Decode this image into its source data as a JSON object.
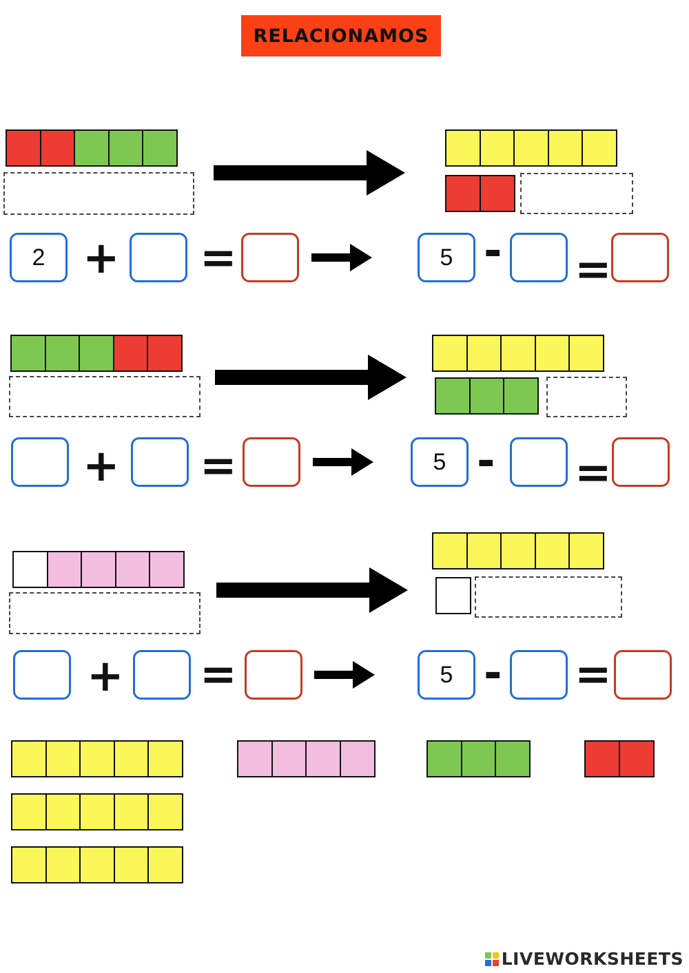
{
  "title": "RELACIONAMOS",
  "colors": {
    "red": "#ec3c33",
    "green": "#7ec851",
    "yellow": "#fbf759",
    "pink": "#f3bde0",
    "white": "#ffffff",
    "title_bg": "#fb4016",
    "blue_box": "#1f6fd6",
    "red_box": "#c9391f"
  },
  "symbols": {
    "plus": "+",
    "equals": "=",
    "minus": "-"
  },
  "exercises": [
    {
      "left_blocks": [
        "red",
        "red",
        "green",
        "green",
        "green"
      ],
      "right_top_blocks": [
        "yellow",
        "yellow",
        "yellow",
        "yellow",
        "yellow"
      ],
      "right_bottom_blocks": [
        "red",
        "red"
      ],
      "addend1": "2",
      "addend2": "",
      "sum": "",
      "minuend": "5",
      "subtrahend": "",
      "difference": ""
    },
    {
      "left_blocks": [
        "green",
        "green",
        "green",
        "red",
        "red"
      ],
      "right_top_blocks": [
        "yellow",
        "yellow",
        "yellow",
        "yellow",
        "yellow"
      ],
      "right_bottom_blocks": [
        "green",
        "green",
        "green"
      ],
      "addend1": "",
      "addend2": "",
      "sum": "",
      "minuend": "5",
      "subtrahend": "",
      "difference": ""
    },
    {
      "left_blocks": [
        "white",
        "pink",
        "pink",
        "pink",
        "pink"
      ],
      "right_top_blocks": [
        "yellow",
        "yellow",
        "yellow",
        "yellow",
        "yellow"
      ],
      "right_bottom_blocks": [
        "white"
      ],
      "addend1": "",
      "addend2": "",
      "sum": "",
      "minuend": "5",
      "subtrahend": "",
      "difference": ""
    }
  ],
  "palette": [
    [
      "yellow",
      "yellow",
      "yellow",
      "yellow",
      "yellow"
    ],
    [
      "yellow",
      "yellow",
      "yellow",
      "yellow",
      "yellow"
    ],
    [
      "yellow",
      "yellow",
      "yellow",
      "yellow",
      "yellow"
    ],
    [
      "pink",
      "pink",
      "pink",
      "pink"
    ],
    [
      "green",
      "green",
      "green"
    ],
    [
      "red",
      "red"
    ]
  ],
  "brand": "LIVEWORKSHEETS"
}
